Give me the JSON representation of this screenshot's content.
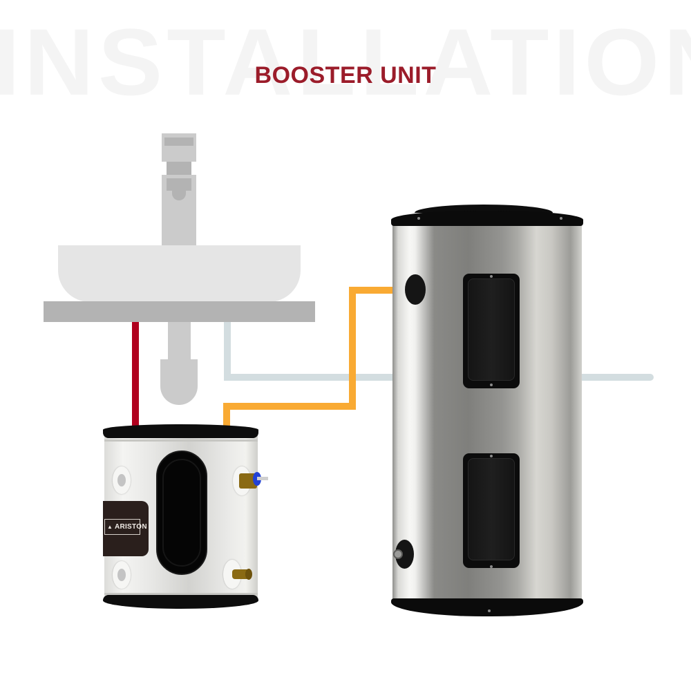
{
  "header": {
    "watermark": "INSTALLATION",
    "title": "BOOSTER UNIT"
  },
  "colors": {
    "title": "#9b1c2a",
    "watermark": "#f4f4f4",
    "hot_feed_pipe": "#b0001e",
    "hot_outlet_pipe": "#f9aa33",
    "cold_pipe": "#d3dde0",
    "fixture_grey": "#cbcbcb",
    "counter_grey": "#b3b3b3"
  },
  "diagram": {
    "fixture": {
      "name": "sink-with-faucet"
    },
    "booster_heater": {
      "brand_label": "ARISTON",
      "icon": "ariston-logo-icon"
    },
    "main_tank": {
      "name": "large-stainless-water-heater"
    },
    "pipes": [
      {
        "name": "red-hot-supply",
        "color": "#b0001e"
      },
      {
        "name": "orange-heated-water",
        "color": "#f9aa33"
      },
      {
        "name": "light-blue-cold-water",
        "color": "#d3dde0"
      }
    ]
  }
}
